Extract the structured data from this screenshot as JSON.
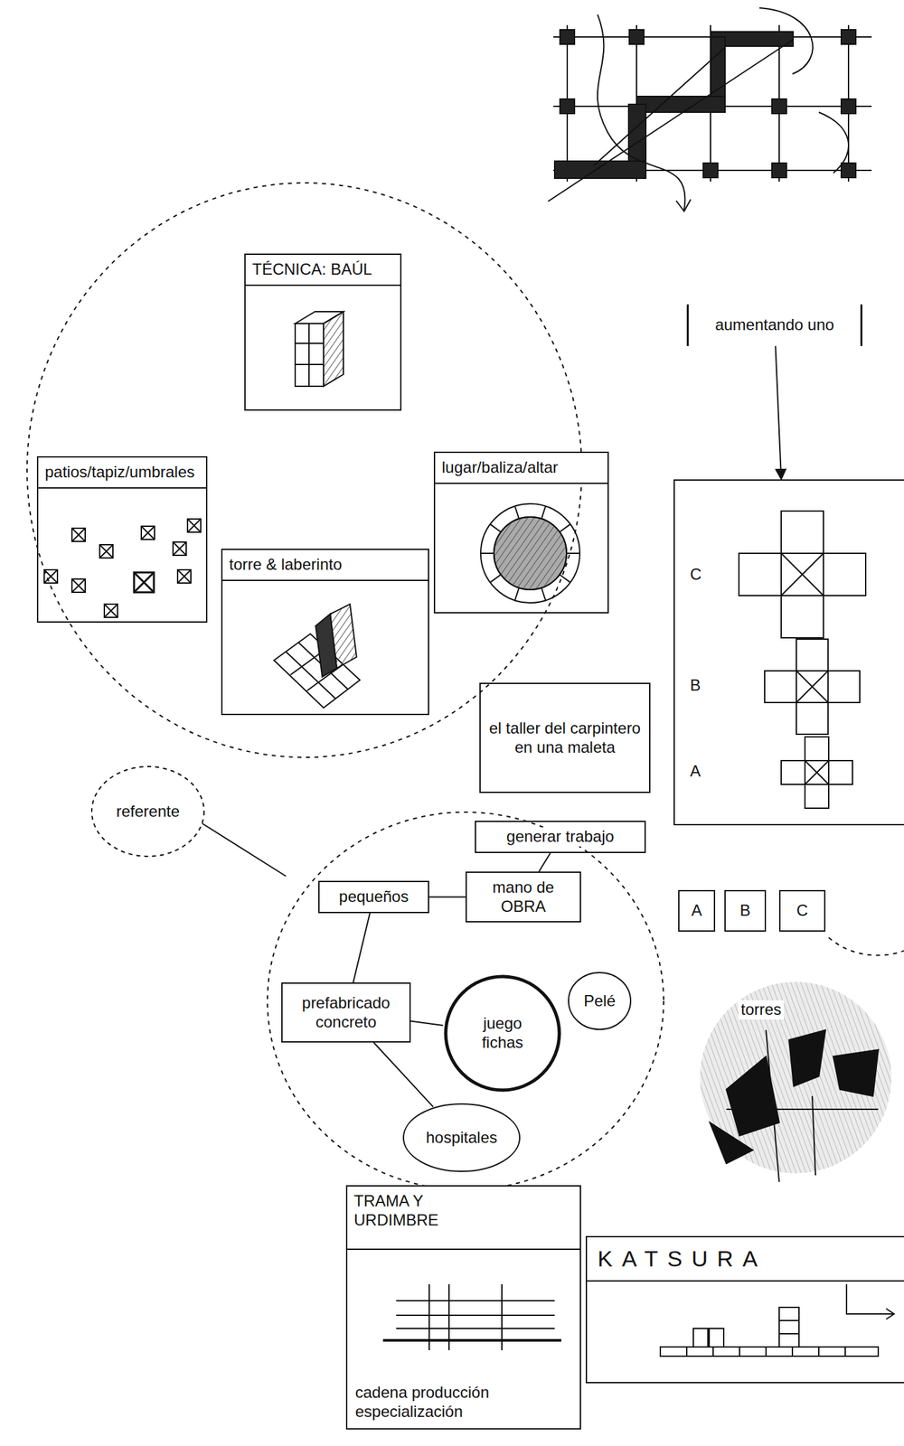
{
  "diagram": {
    "nodes": [
      {
        "text": [
          "TÉCNICA: BAÚL"
        ]
      },
      {
        "text": [
          "aumentando uno"
        ]
      },
      {
        "text": [
          "patios/tapiz/umbrales"
        ]
      },
      {
        "text": [
          "lugar/baliza/altar"
        ]
      },
      {
        "text": [
          "C",
          "B",
          "A"
        ]
      },
      {
        "text": [
          "torre & laberinto"
        ]
      },
      {
        "text": [
          "el taller del carpintero en una maleta"
        ]
      },
      {
        "text": [
          "referente"
        ]
      },
      {
        "text": [
          "generar trabajo"
        ]
      },
      {
        "text": [
          "pequeños"
        ]
      },
      {
        "text": [
          "mano de OBRA"
        ]
      },
      {
        "text": [
          "A"
        ]
      },
      {
        "text": [
          "B"
        ]
      },
      {
        "text": [
          "C"
        ]
      },
      {
        "text": [
          "prefabricado concreto"
        ]
      },
      {
        "text": [
          "juego fichas"
        ]
      },
      {
        "text": [
          "Pelé"
        ]
      },
      {
        "text": [
          "torres"
        ]
      },
      {
        "text": [
          "hospitales"
        ]
      },
      {
        "text": [
          "TRAMA Y URDIMBRE",
          "cadena producción especialización"
        ]
      },
      {
        "text": [
          "KATSURA"
        ]
      }
    ],
    "edges": [
      {
        "from": 1,
        "to": 4,
        "arrow": "to"
      },
      {
        "from": 8,
        "to": 10,
        "arrow": "none"
      },
      {
        "from": 9,
        "to": 10,
        "arrow": "none"
      },
      {
        "from": 9,
        "to": 14,
        "arrow": "none"
      },
      {
        "from": 14,
        "to": 15,
        "arrow": "none"
      },
      {
        "from": 14,
        "to": 18,
        "arrow": "none"
      }
    ]
  }
}
